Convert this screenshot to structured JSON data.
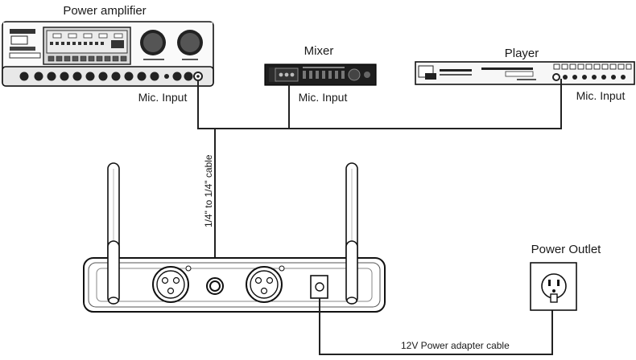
{
  "devices": {
    "power_amplifier": {
      "title": "Power amplifier",
      "port_label": "Mic. Input"
    },
    "mixer": {
      "title": "Mixer",
      "port_label": "Mic. Input"
    },
    "player": {
      "title": "Player",
      "port_label": "Mic. Input"
    },
    "power_outlet": {
      "title": "Power Outlet"
    }
  },
  "cables": {
    "audio_cable": "1/4\" to 1/4\" cable",
    "power_cable": "12V Power adapter cable"
  }
}
